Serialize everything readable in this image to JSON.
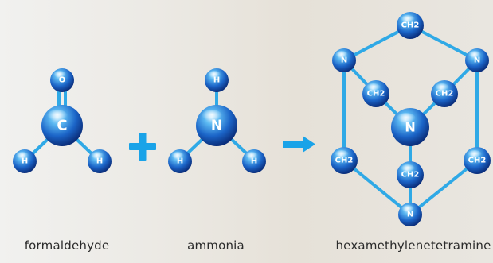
{
  "molecules": {
    "formaldehyde": {
      "caption": "formaldehyde",
      "atoms": {
        "top": "O",
        "center": "C",
        "left": "H",
        "right": "H"
      }
    },
    "ammonia": {
      "caption": "ammonia",
      "atoms": {
        "top": "H",
        "center": "N",
        "left": "H",
        "right": "H"
      }
    },
    "hexamethylenetetramine": {
      "caption": "hexamethylenetetramine",
      "atoms": {
        "top": "CH2",
        "n_left": "N",
        "n_right": "N",
        "ch2_inner_left": "CH2",
        "ch2_inner_right": "CH2",
        "n_center": "N",
        "ch2_outer_left": "CH2",
        "ch2_outer_right": "CH2",
        "ch2_bottom": "CH2",
        "n_bottom": "N"
      }
    }
  },
  "operators": {
    "plus": "+",
    "arrow": "→"
  },
  "colors": {
    "bond": "#2fa9e6",
    "atom_light": "#8fd4ff",
    "atom_dark": "#0b3f9a",
    "plus": "#1aa3e8"
  }
}
